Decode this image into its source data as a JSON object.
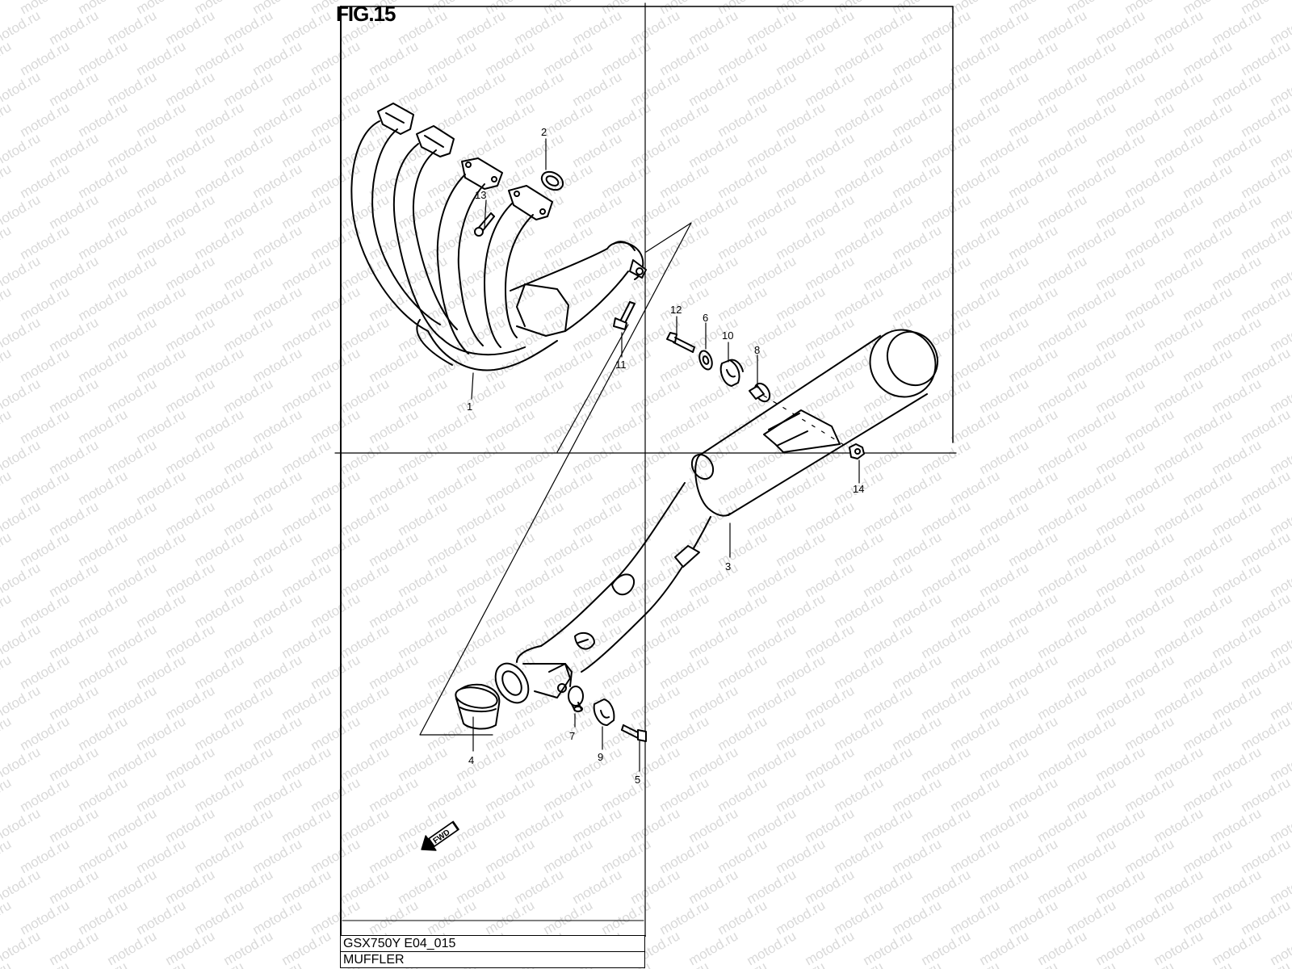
{
  "figure": {
    "title": "FIG.15"
  },
  "caption": {
    "model_code": "GSX750Y E04_015",
    "group_name": "MUFFLER"
  },
  "watermark": {
    "text": "motod.ru"
  },
  "forward_arrow": {
    "label": "FWD",
    "icon": "forward-arrow-icon"
  },
  "callouts": [
    "1",
    "2",
    "3",
    "4",
    "5",
    "6",
    "7",
    "8",
    "9",
    "10",
    "11",
    "12",
    "13",
    "14"
  ],
  "parts": [
    {
      "ref": "1",
      "name": "exhaust-pipe-assembly"
    },
    {
      "ref": "2",
      "name": "exhaust-gasket"
    },
    {
      "ref": "3",
      "name": "muffler"
    },
    {
      "ref": "4",
      "name": "muffler-end-cap"
    },
    {
      "ref": "5",
      "name": "mounting-bolt"
    },
    {
      "ref": "6",
      "name": "washer"
    },
    {
      "ref": "7",
      "name": "collar"
    },
    {
      "ref": "8",
      "name": "washer"
    },
    {
      "ref": "9",
      "name": "cushion"
    },
    {
      "ref": "10",
      "name": "cushion"
    },
    {
      "ref": "11",
      "name": "clamp-bolt"
    },
    {
      "ref": "12",
      "name": "mounting-bolt"
    },
    {
      "ref": "13",
      "name": "stud-bolt"
    },
    {
      "ref": "14",
      "name": "nut"
    }
  ]
}
